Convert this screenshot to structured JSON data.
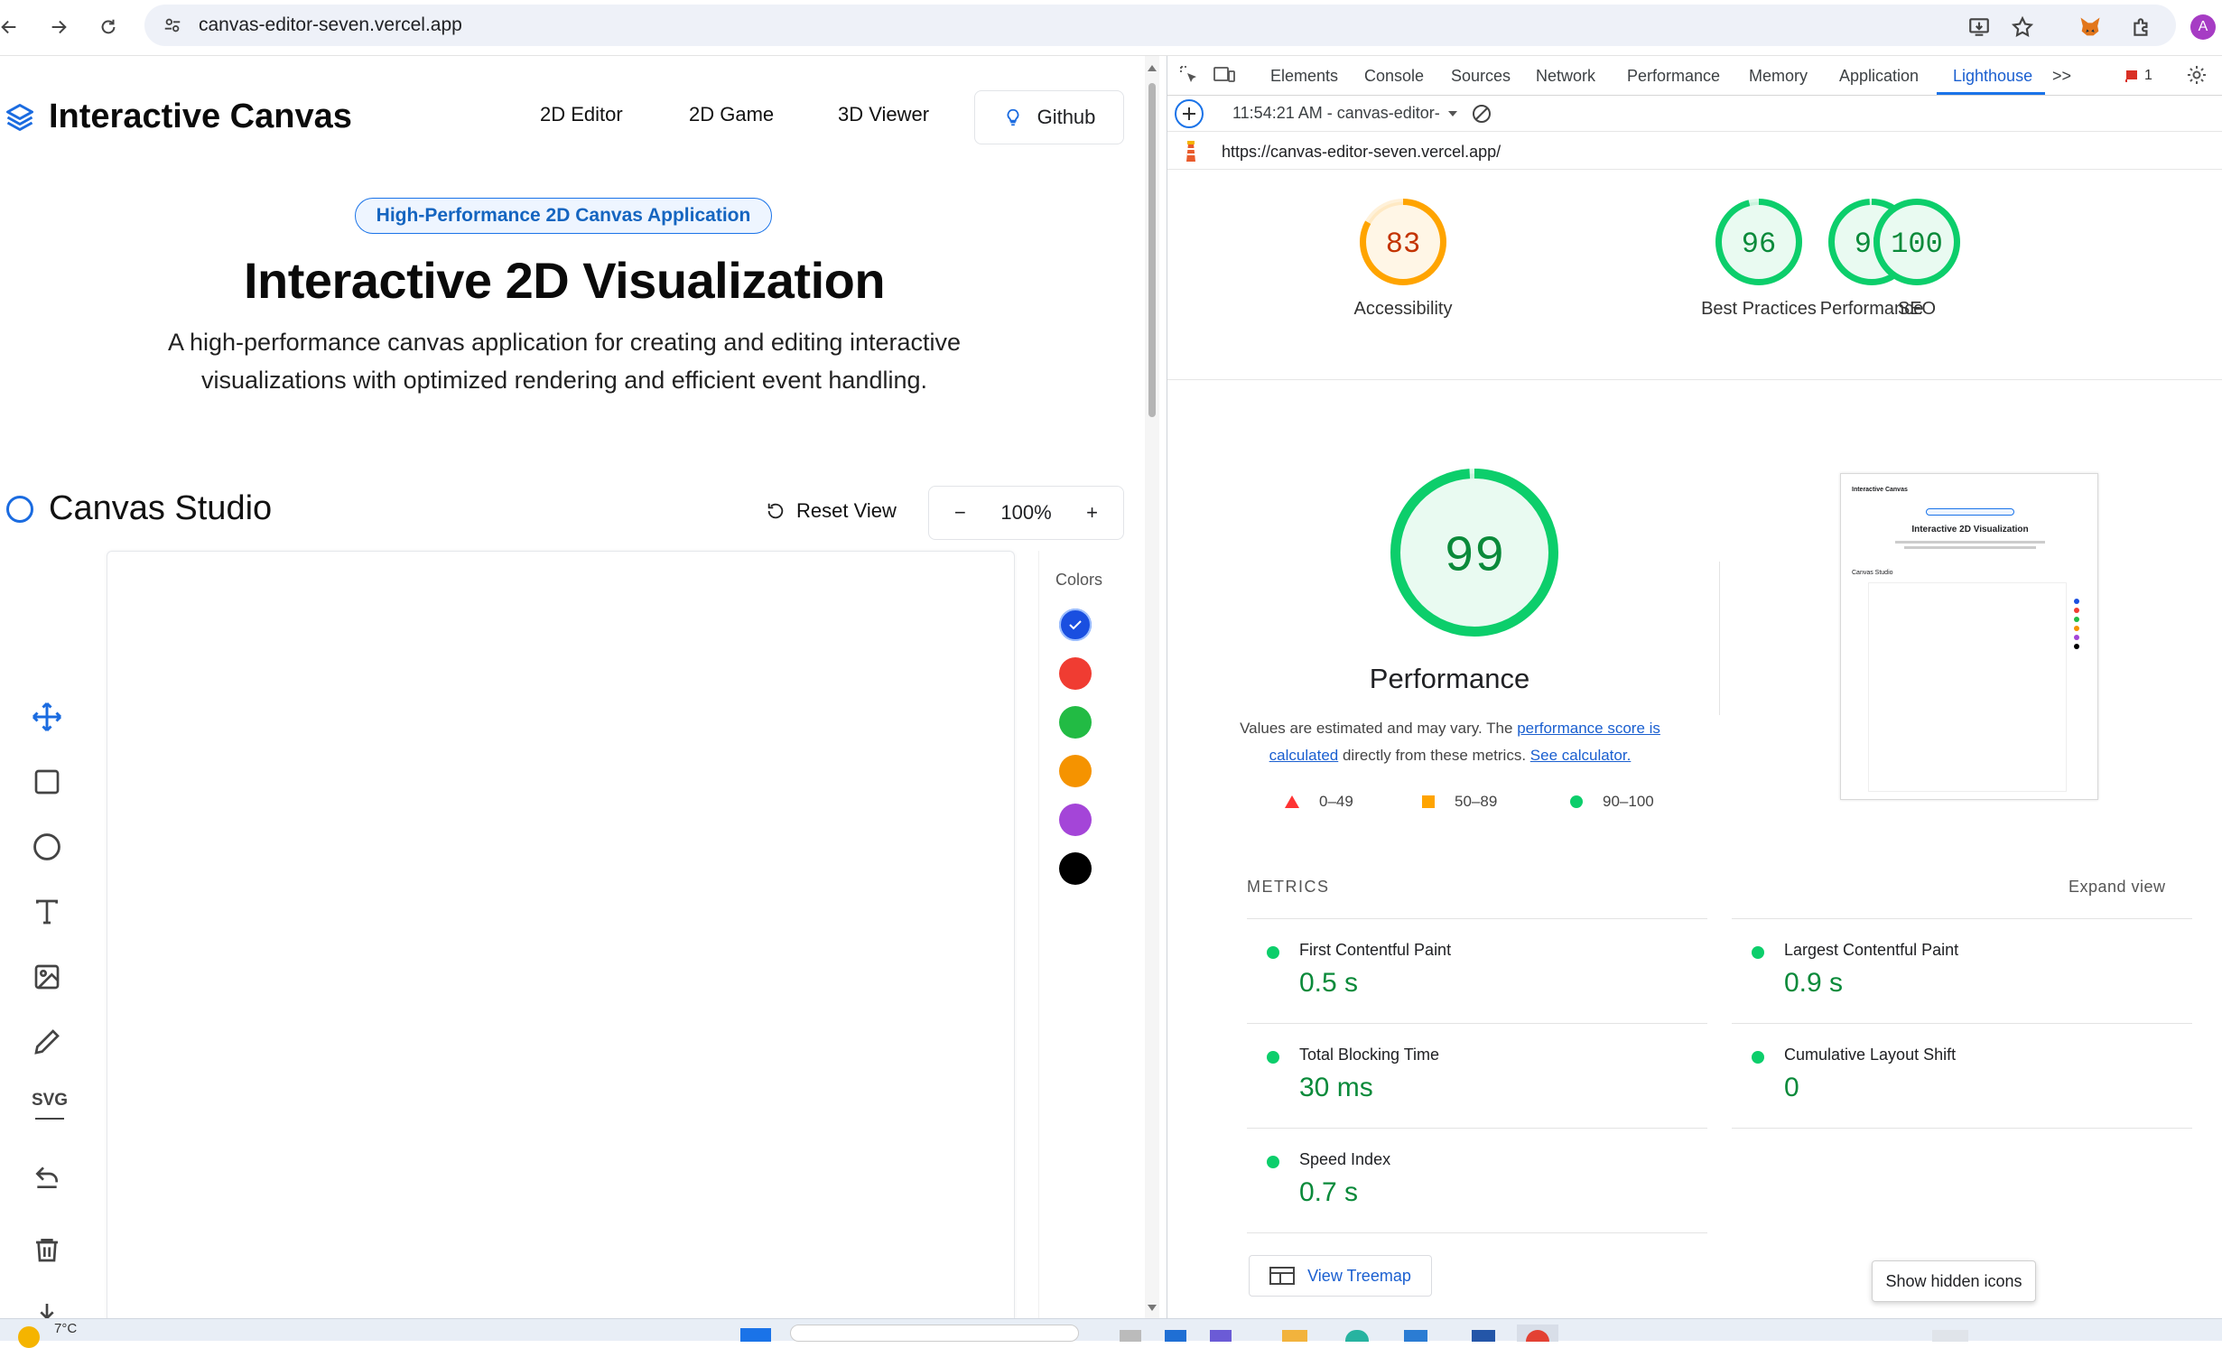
{
  "browser": {
    "url": "canvas-editor-seven.vercel.app",
    "profile_initial": "A"
  },
  "app": {
    "brand": "Interactive Canvas",
    "nav": [
      "2D Editor",
      "2D Game",
      "3D Viewer"
    ],
    "github_label": "Github",
    "hero_badge": "High-Performance 2D Canvas Application",
    "hero_title": "Interactive 2D Visualization",
    "hero_desc": "A high-performance canvas application for creating and editing interactive visualizations with optimized rendering and efficient event handling.",
    "studio_title": "Canvas Studio",
    "reset_view": "Reset View",
    "zoom": "100%",
    "zoom_minus": "−",
    "zoom_plus": "+",
    "colors_label": "Colors",
    "svg_label": "SVG",
    "swatches": [
      "#1a4fe0",
      "#f03c32",
      "#22bb44",
      "#f59300",
      "#a445d8",
      "#000000"
    ]
  },
  "devtools": {
    "tabs": [
      "Elements",
      "Console",
      "Sources",
      "Network",
      "Performance",
      "Memory",
      "Application",
      "Lighthouse"
    ],
    "active_tab": "Lighthouse",
    "more_tabs": ">>",
    "issues_count": "1",
    "report_time": "11:54:21 AM - canvas-editor-",
    "report_url": "https://canvas-editor-seven.vercel.app/",
    "scores": [
      {
        "label": "Performance",
        "value": 99,
        "color": "#0cce6b",
        "text": "#0a8a3a",
        "bg": "#e9faf1"
      },
      {
        "label": "Accessibility",
        "value": 83,
        "color": "#ffa400",
        "text": "#c33300",
        "bg": "#fff6e6"
      },
      {
        "label": "Best Practices",
        "value": 96,
        "color": "#0cce6b",
        "text": "#0a8a3a",
        "bg": "#e9faf1"
      },
      {
        "label": "SEO",
        "value": 100,
        "color": "#0cce6b",
        "text": "#0a8a3a",
        "bg": "#e9faf1"
      }
    ],
    "big_score": 99,
    "perf_title": "Performance",
    "perf_desc_1": "Values are estimated and may vary. The ",
    "perf_link_1": "performance score is calculated",
    "perf_desc_2": " directly from these metrics. ",
    "perf_link_2": "See calculator.",
    "legend": [
      "0–49",
      "50–89",
      "90–100"
    ],
    "metrics_label": "METRICS",
    "expand_view": "Expand view",
    "metrics": [
      {
        "name": "First Contentful Paint",
        "value": "0.5 s"
      },
      {
        "name": "Largest Contentful Paint",
        "value": "0.9 s"
      },
      {
        "name": "Total Blocking Time",
        "value": "30 ms"
      },
      {
        "name": "Cumulative Layout Shift",
        "value": "0"
      },
      {
        "name": "Speed Index",
        "value": "0.7 s"
      }
    ],
    "treemap": "View Treemap",
    "tooltip": "Show hidden icons"
  },
  "taskbar": {
    "weather": "7°C"
  },
  "colors": {
    "accent": "#1a73e8",
    "good": "#0cce6b",
    "average": "#ffa400",
    "poor": "#ff3333"
  }
}
